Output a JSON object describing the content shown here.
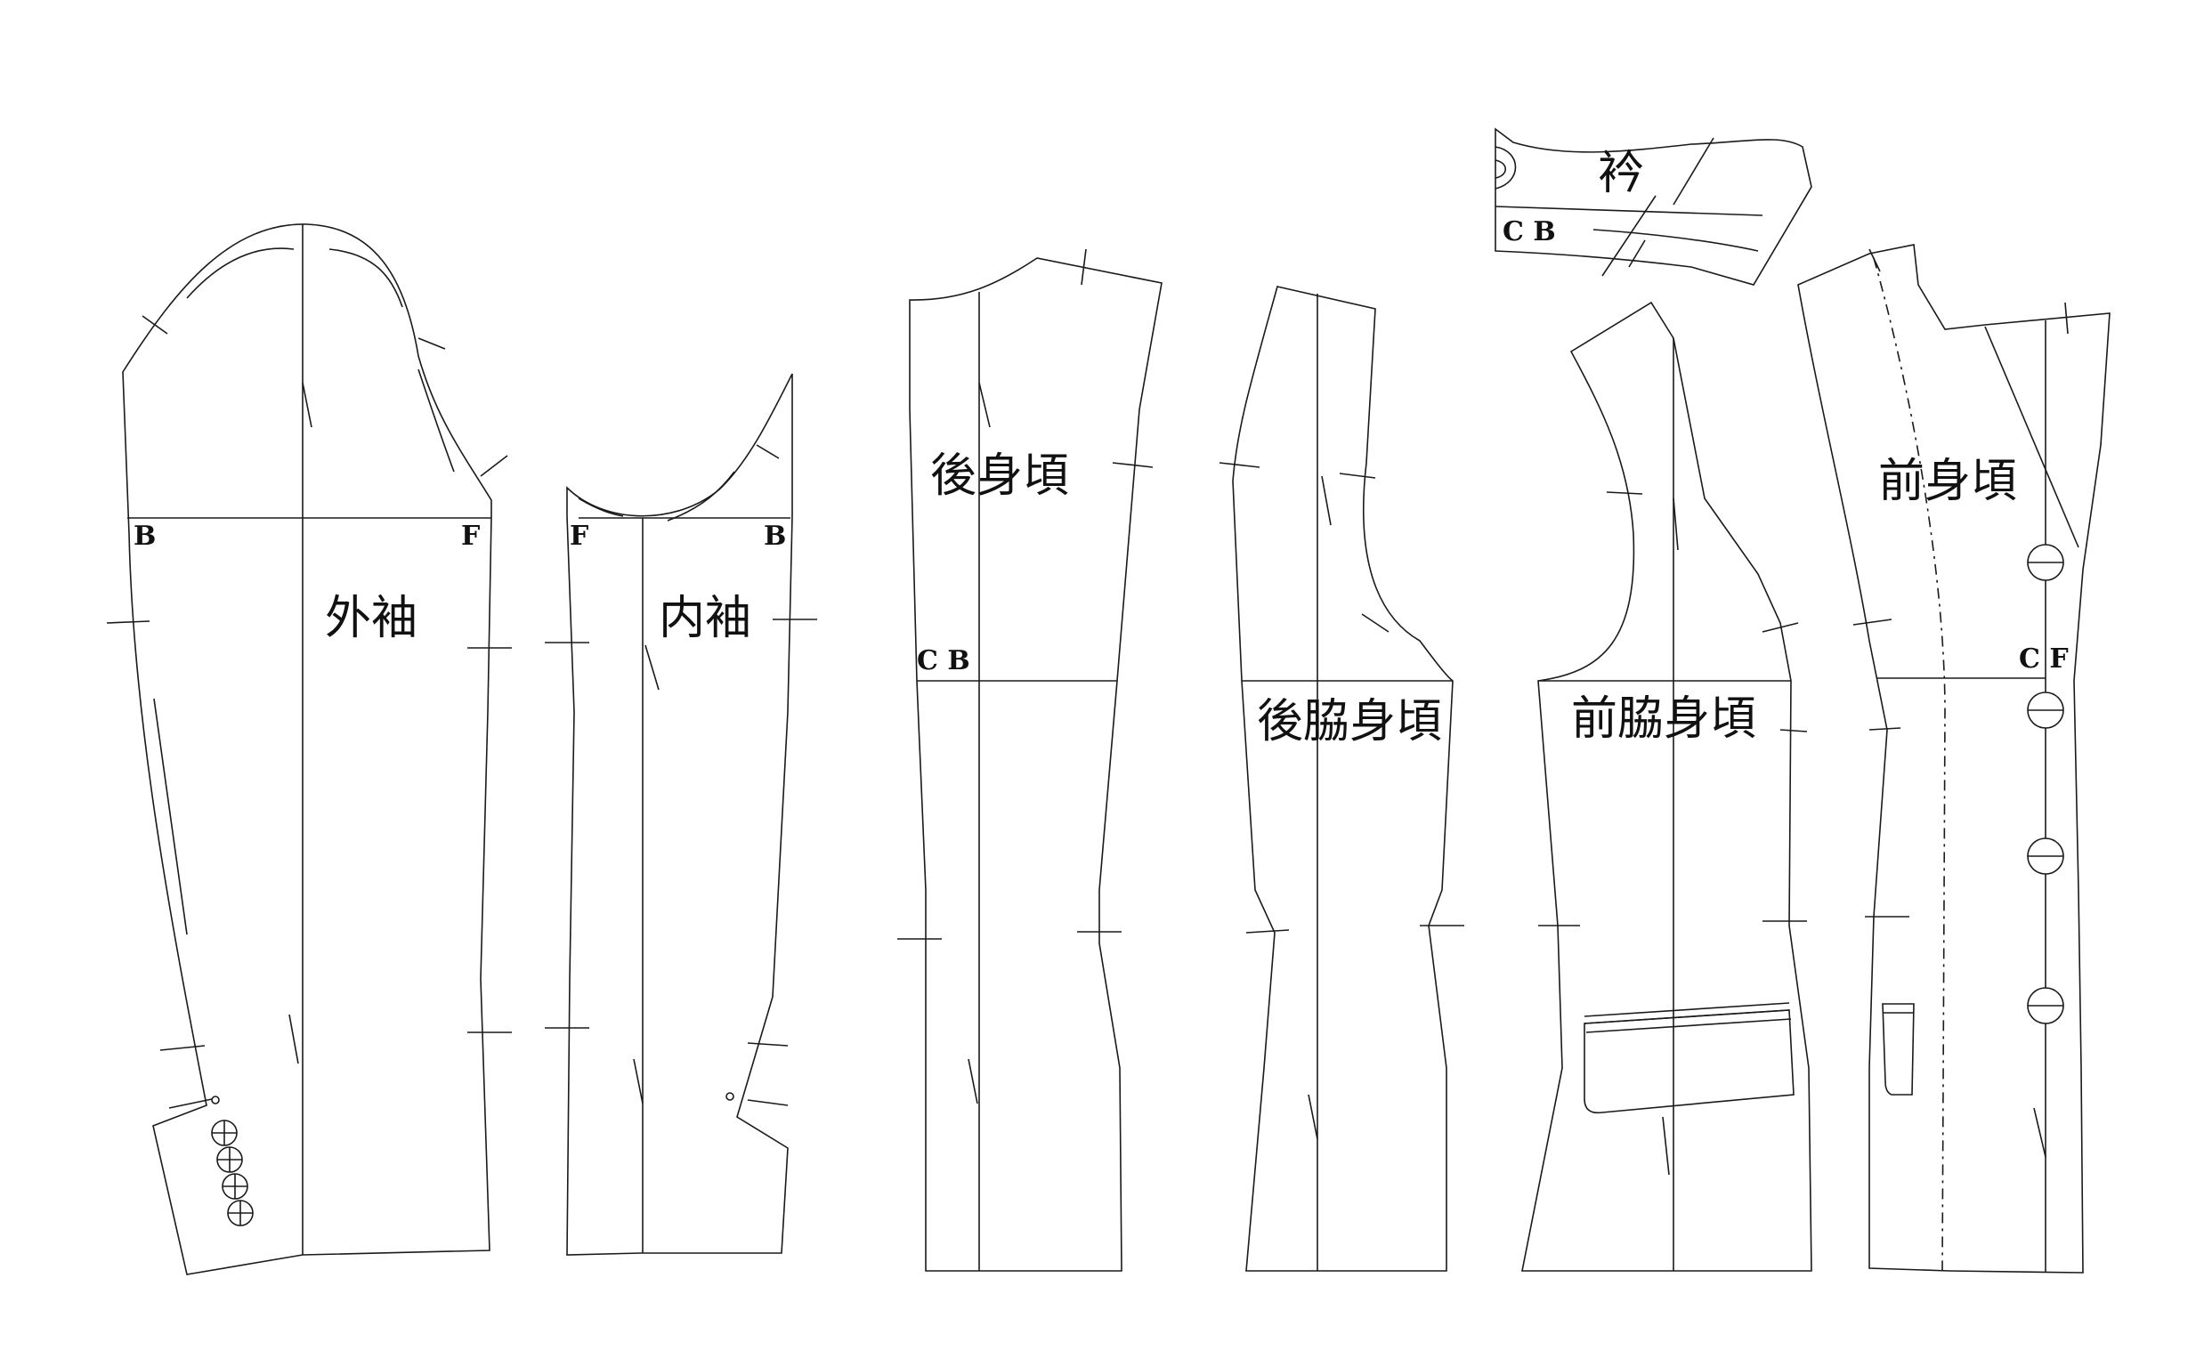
{
  "pieces": {
    "outer_sleeve": {
      "label": "外袖",
      "back_mark": "B",
      "front_mark": "F"
    },
    "inner_sleeve": {
      "label": "内袖",
      "front_mark": "F",
      "back_mark": "B"
    },
    "back_body": {
      "label": "後身頃",
      "center_mark": "C B"
    },
    "back_side_body": {
      "label": "後脇身頃"
    },
    "front_side_body": {
      "label": "前脇身頃"
    },
    "collar": {
      "label": "衿",
      "center_mark": "C B"
    },
    "front_body": {
      "label": "前身頃",
      "center_mark": "C F"
    }
  },
  "colors": {
    "line": "#1a1a1a",
    "background": "#ffffff"
  }
}
